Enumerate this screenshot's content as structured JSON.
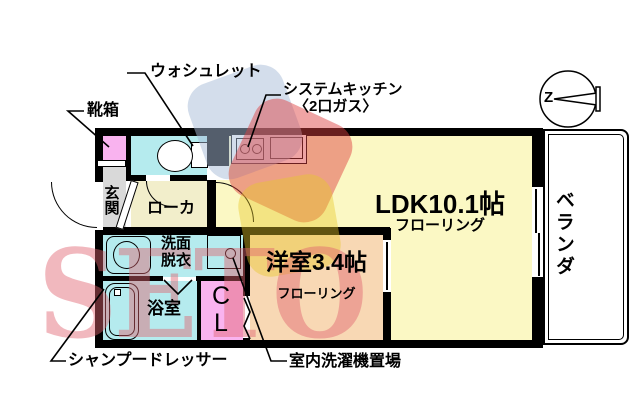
{
  "watermark": {
    "text": "SETO"
  },
  "compass": {
    "letter": "Z"
  },
  "rooms": {
    "ldk": {
      "name": "LDK10.1帖",
      "floor": "フローリング"
    },
    "western": {
      "name": "洋室3.4帖",
      "floor": "フローリング"
    },
    "veranda": "ベランダ",
    "entrance": "玄関",
    "corridor": "ローカ",
    "washroom": [
      "洗面",
      "脱衣"
    ],
    "bathroom": "浴室",
    "closet": [
      "C",
      "L"
    ]
  },
  "callouts": {
    "washlet": "ウォシュレット",
    "shoe_box": "靴箱",
    "kitchen_line1": "システムキッチン",
    "kitchen_line2": "〈2口ガス〉",
    "shampoo_dresser": "シャンプードレッサー",
    "washing_machine": "室内洗濯機置場"
  },
  "colors": {
    "wall": "#000000",
    "ldk_yellow": "#fbf8c4",
    "western_peach": "#f8d8b4",
    "wet_cyan": "#b5ebee",
    "closet_pink": "#f9b3ef",
    "entrance_gray": "#d9d9d9",
    "corridor_cream": "#f2eecb",
    "watermark_text": "#e16470",
    "watermark_red": "#dd4040",
    "watermark_blue": "#a8bcd8",
    "watermark_yellow": "#e6c828"
  }
}
